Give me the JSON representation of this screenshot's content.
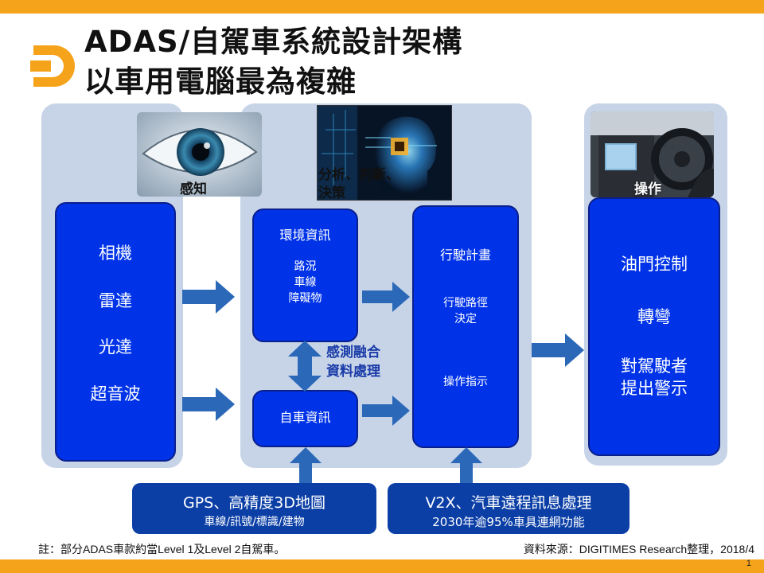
{
  "title": {
    "line1": "ADAS/自駕車系統設計架構",
    "line2": "以車用電腦最為複雜"
  },
  "sections": {
    "sense": {
      "photo_label": "感知",
      "items": [
        "相機",
        "雷達",
        "光達",
        "超音波"
      ]
    },
    "analyze": {
      "photo_label_line1": "分析、判斷、",
      "photo_label_line2": "決策",
      "env_info": {
        "title": "環境資訊",
        "sub": [
          "路況",
          "車線",
          "障礙物"
        ]
      },
      "self_info": "自車資訊",
      "fusion": [
        "感測融合",
        "資料處理"
      ],
      "plan": {
        "title": "行駛計畫",
        "route": [
          "行駛路徑",
          "決定"
        ],
        "op": "操作指示"
      }
    },
    "operate": {
      "photo_label": "操作",
      "items": [
        "油門控制",
        "轉彎",
        "對駕駛者",
        "提出警示"
      ]
    }
  },
  "bottom": {
    "gps": {
      "line1": "GPS、高精度3D地圖",
      "line2": "車線/訊號/標識/建物"
    },
    "v2x": {
      "line1": "V2X、汽車遠程訊息處理",
      "line2": "2030年逾95%車具連網功能"
    }
  },
  "footer": {
    "note": "註：部分ADAS車款約當Level 1及Level 2自駕車。",
    "source": "資料來源：DIGITIMES Research整理，2018/4"
  },
  "page_number": "1",
  "colors": {
    "accent": "#f5a31a",
    "box_blue": "#0033e8",
    "panel": "#c7d4e8",
    "arrow": "#2b68b8",
    "bottom_box": "#0b3fa6"
  }
}
